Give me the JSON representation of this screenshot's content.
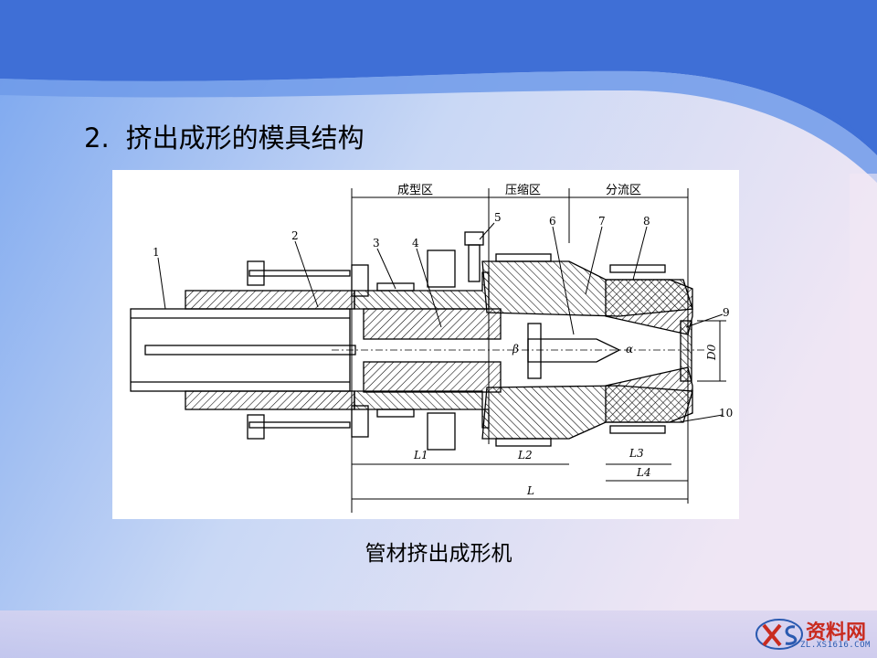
{
  "slide": {
    "heading_number": "2.",
    "heading_text": "挤出成形的模具结构",
    "caption": "管材挤出成形机",
    "colors": {
      "banner": "#3f6fd6",
      "accent": "#5a86e8",
      "panel": "#ffffff"
    }
  },
  "figure": {
    "zones": [
      "成型区",
      "压缩区",
      "分流区"
    ],
    "part_numbers": [
      "1",
      "2",
      "3",
      "4",
      "5",
      "6",
      "7",
      "8",
      "9",
      "10"
    ],
    "dimensions": {
      "L1": "L1",
      "L2": "L2",
      "L3": "L3",
      "L4": "L4",
      "L": "L",
      "D0": "D0"
    },
    "angles": {
      "beta": "β",
      "alpha": "α"
    }
  },
  "watermark": {
    "main": "资料网",
    "sub": "ZL.XS1616.COM",
    "icon": "xs-logo-icon"
  }
}
